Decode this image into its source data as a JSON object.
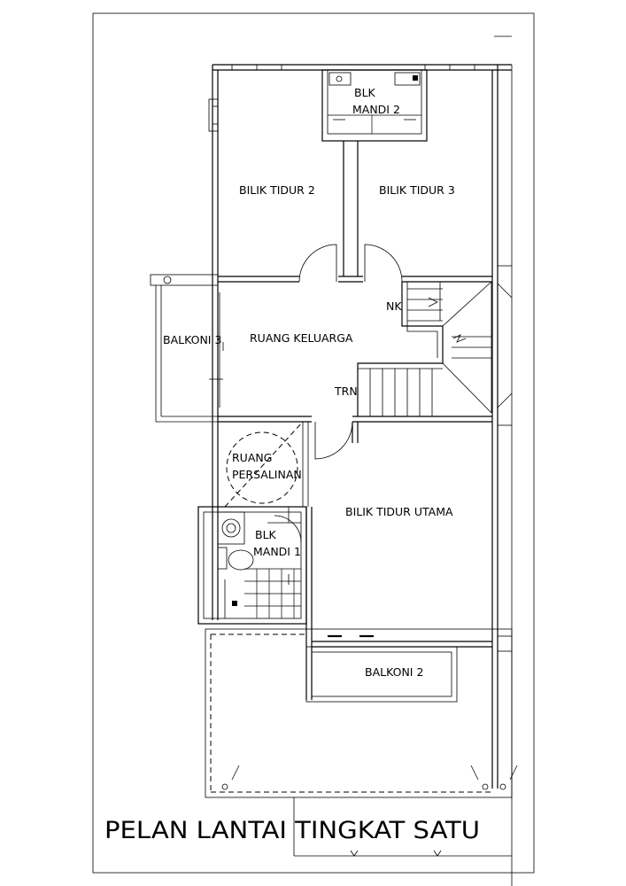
{
  "title": "PELAN LANTAI TINGKAT SATU",
  "rooms": {
    "bilik_tidur_2": "BILIK  TIDUR  2",
    "bilik_tidur_3": "BILIK  TIDUR  3",
    "blk_mandi_2_line1": "BLK",
    "blk_mandi_2_line2": "MANDI  2",
    "balkoni_3": "BALKONI  3",
    "ruang_keluarga": "RUANG  KELUARGA",
    "nk": "NK",
    "trn": "TRN",
    "ruang_persalinan_line1": "RUANG",
    "ruang_persalinan_line2": "PERSALINAN",
    "bilik_tidur_utama": "BILIK  TIDUR  UTAMA",
    "blk_mandi_1_line1": "BLK",
    "blk_mandi_1_line2": "MANDI  1",
    "balkoni_2": "BALKONI  2"
  }
}
